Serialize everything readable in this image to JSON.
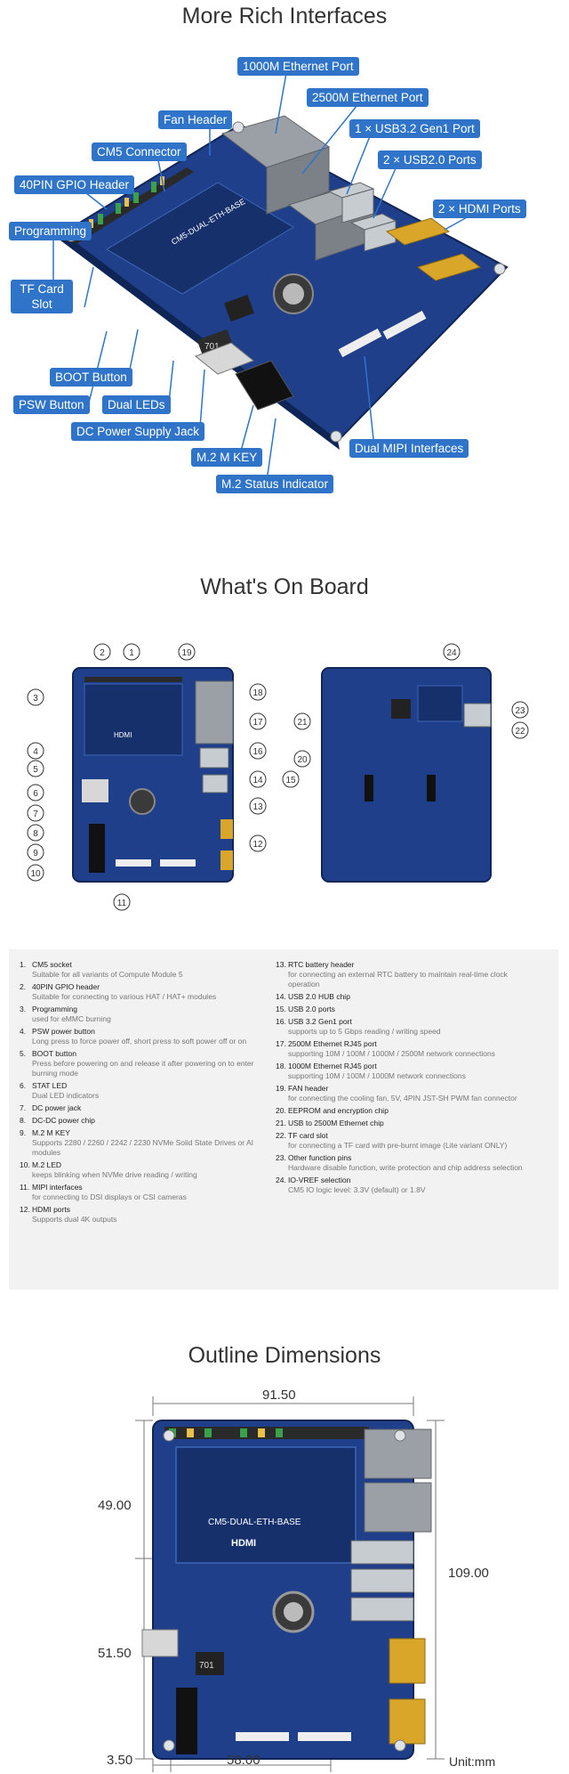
{
  "sections": {
    "interfaces_title": "More Rich Interfaces",
    "onboard_title": "What's On Board",
    "dimensions_title": "Outline Dimensions"
  },
  "callouts": {
    "eth1000": "1000M Ethernet Port",
    "eth2500": "2500M Ethernet Port",
    "fan": "Fan Header",
    "usb32": "1 × USB3.2 Gen1 Port",
    "cm5": "CM5 Connector",
    "usb20": "2 × USB2.0 Ports",
    "gpio": "40PIN GPIO Header",
    "hdmi": "2 × HDMI Ports",
    "programming": "Programming",
    "tf": "TF Card Slot",
    "boot": "BOOT Button",
    "psw": "PSW Button",
    "leds": "Dual LEDs",
    "dc": "DC Power Supply Jack",
    "m2": "M.2 M KEY",
    "mipi": "Dual MIPI Interfaces",
    "m2status": "M.2 Status Indicator"
  },
  "board_label": "CM5-DUAL-ETH-BASE",
  "board_hdmi": "HDMI",
  "board_chip": "701",
  "markers_front": [
    "1",
    "2",
    "3",
    "4",
    "5",
    "6",
    "7",
    "8",
    "9",
    "10",
    "11",
    "12",
    "13",
    "14",
    "15",
    "16",
    "17",
    "18",
    "19"
  ],
  "markers_back": [
    "20",
    "21",
    "22",
    "23",
    "24"
  ],
  "components_left": [
    {
      "n": "1.",
      "title": "CM5 socket",
      "desc": "Suitable for all variants of Compute Module 5"
    },
    {
      "n": "2.",
      "title": "40PIN GPIO header",
      "desc": "Suitable for connecting to various HAT / HAT+ modules"
    },
    {
      "n": "3.",
      "title": "Programming",
      "desc": "used for eMMC burning"
    },
    {
      "n": "4.",
      "title": "PSW power button",
      "desc": "Long press to force power off, short press to soft power off or on"
    },
    {
      "n": "5.",
      "title": "BOOT button",
      "desc": "Press before powering on and release it after powering on to enter burning mode"
    },
    {
      "n": "6.",
      "title": "STAT LED",
      "desc": "Dual LED indicators"
    },
    {
      "n": "7.",
      "title": "DC power jack",
      "desc": ""
    },
    {
      "n": "8.",
      "title": "DC-DC power chip",
      "desc": ""
    },
    {
      "n": "9.",
      "title": "M.2 M KEY",
      "desc": "Supports 2280 / 2260 / 2242 / 2230 NVMe Solid State Drives or AI modules"
    },
    {
      "n": "10.",
      "title": "M.2 LED",
      "desc": "keeps blinking when NVMe drive reading / writing"
    },
    {
      "n": "11.",
      "title": "MIPI interfaces",
      "desc": "for connecting to DSI displays or CSI cameras"
    },
    {
      "n": "12.",
      "title": "HDMI ports",
      "desc": "Supports dual 4K outputs"
    }
  ],
  "components_right": [
    {
      "n": "13.",
      "title": "RTC battery header",
      "desc": "for connecting an external RTC battery to maintain real-time clock operation"
    },
    {
      "n": "14.",
      "title": "USB 2.0 HUB chip",
      "desc": ""
    },
    {
      "n": "15.",
      "title": "USB 2.0 ports",
      "desc": ""
    },
    {
      "n": "16.",
      "title": "USB 3.2 Gen1 port",
      "desc": "supports up to 5 Gbps reading / writing speed"
    },
    {
      "n": "17.",
      "title": "2500M Ethernet RJ45 port",
      "desc": "supporting 10M / 100M / 1000M / 2500M network connections"
    },
    {
      "n": "18.",
      "title": "1000M Ethernet RJ45 port",
      "desc": "supporting 10M / 100M / 1000M network connections"
    },
    {
      "n": "19.",
      "title": "FAN header",
      "desc": "for connecting the cooling fan, 5V, 4PIN JST-SH PWM fan connector"
    },
    {
      "n": "20.",
      "title": "EEPROM and encryption chip",
      "desc": ""
    },
    {
      "n": "21.",
      "title": "USB to 2500M Ethernet chip",
      "desc": ""
    },
    {
      "n": "22.",
      "title": "TF card slot",
      "desc": "for connecting a TF card with pre-burnt image (Lite variant ONLY)"
    },
    {
      "n": "23.",
      "title": "Other function pins",
      "desc": "Hardware disable function, write protection and chip address selection"
    },
    {
      "n": "24.",
      "title": "IO-VREF selection",
      "desc": "CM5 IO logic level: 3.3V (default) or 1.8V"
    }
  ],
  "dimensions": {
    "width": "91.50",
    "height": "109.00",
    "upper": "49.00",
    "lower": "51.50",
    "bottom_left": "3.50",
    "bottom_mid": "58.00",
    "unit": "Unit:mm"
  },
  "colors": {
    "callout": "#2f74c8",
    "board": "#1f3f8a",
    "board_dark": "#16306c",
    "gold": "#d9a62a"
  }
}
